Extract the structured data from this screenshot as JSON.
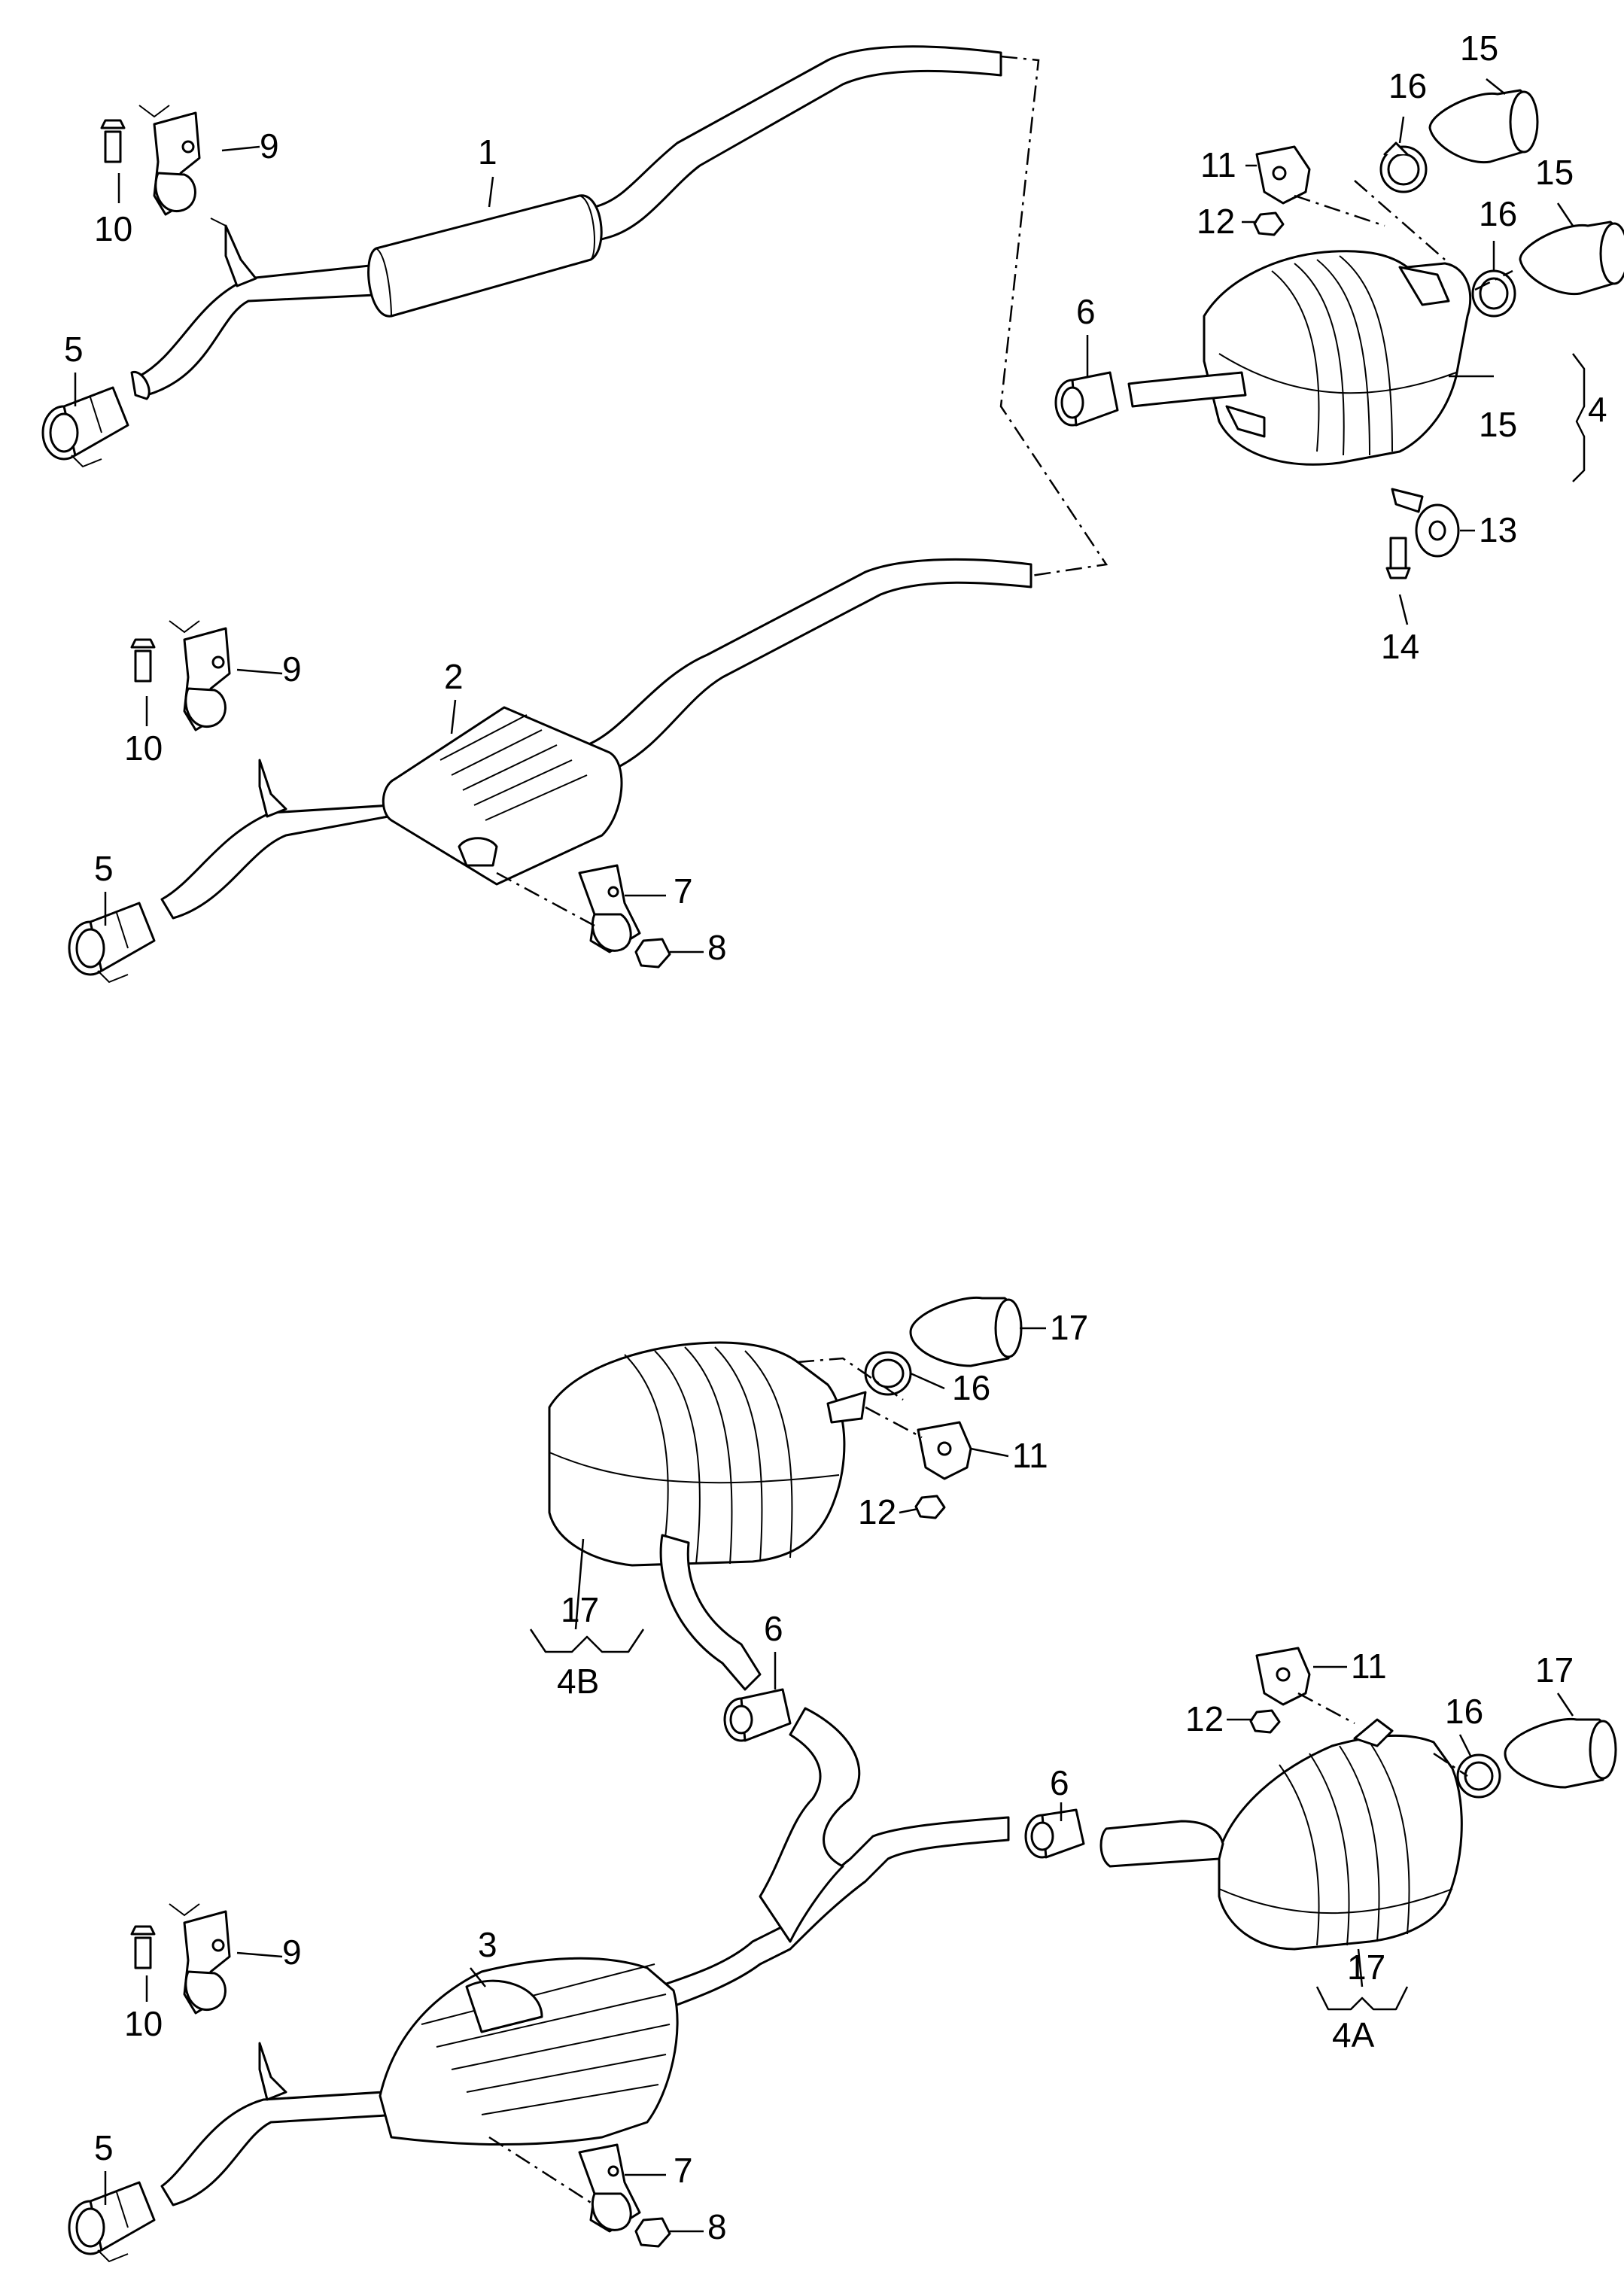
{
  "labels": {
    "l1": "1",
    "l2": "2",
    "l3": "3",
    "l4": "4",
    "l4a": "4A",
    "l4b": "4B",
    "l5": "5",
    "l6": "6",
    "l7": "7",
    "l8": "8",
    "l9": "9",
    "l10": "10",
    "l11": "11",
    "l12": "12",
    "l13": "13",
    "l14": "14",
    "l15": "15",
    "l16": "16",
    "l17": "17"
  },
  "colors": {
    "line": "#000000",
    "background": "#ffffff"
  },
  "icons": {
    "clamp": "pipe-clamp-icon",
    "bracket": "hanger-bracket-icon",
    "bolt": "bolt-icon",
    "nut": "nut-icon",
    "tip": "tail-pipe-tip-icon",
    "ring": "clamp-ring-icon",
    "damper": "rubber-damper-icon"
  }
}
